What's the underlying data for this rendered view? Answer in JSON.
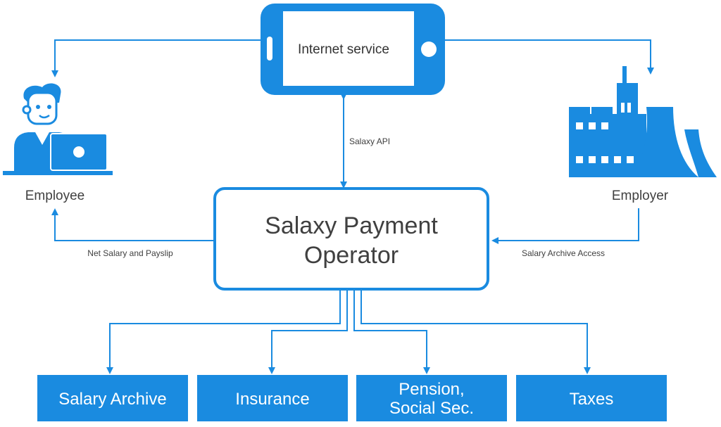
{
  "colors": {
    "accent": "#1a8be0",
    "text_dark": "#404040",
    "white": "#ffffff"
  },
  "nodes": {
    "internet_service": "Internet service",
    "operator_line1": "Salaxy Payment",
    "operator_line2": "Operator",
    "employee": "Employee",
    "employer": "Employer"
  },
  "edges": {
    "api": "Salaxy API",
    "net_salary": "Net Salary and Payslip",
    "archive_access": "Salary Archive Access"
  },
  "outputs": [
    {
      "lines": [
        "Salary Archive"
      ]
    },
    {
      "lines": [
        "Insurance"
      ]
    },
    {
      "lines": [
        "Pension,",
        "Social Sec."
      ]
    },
    {
      "lines": [
        "Taxes"
      ]
    }
  ],
  "icons": {
    "phone": "smartphone-icon",
    "employee": "person-at-laptop-icon",
    "employer": "factory-icon"
  }
}
